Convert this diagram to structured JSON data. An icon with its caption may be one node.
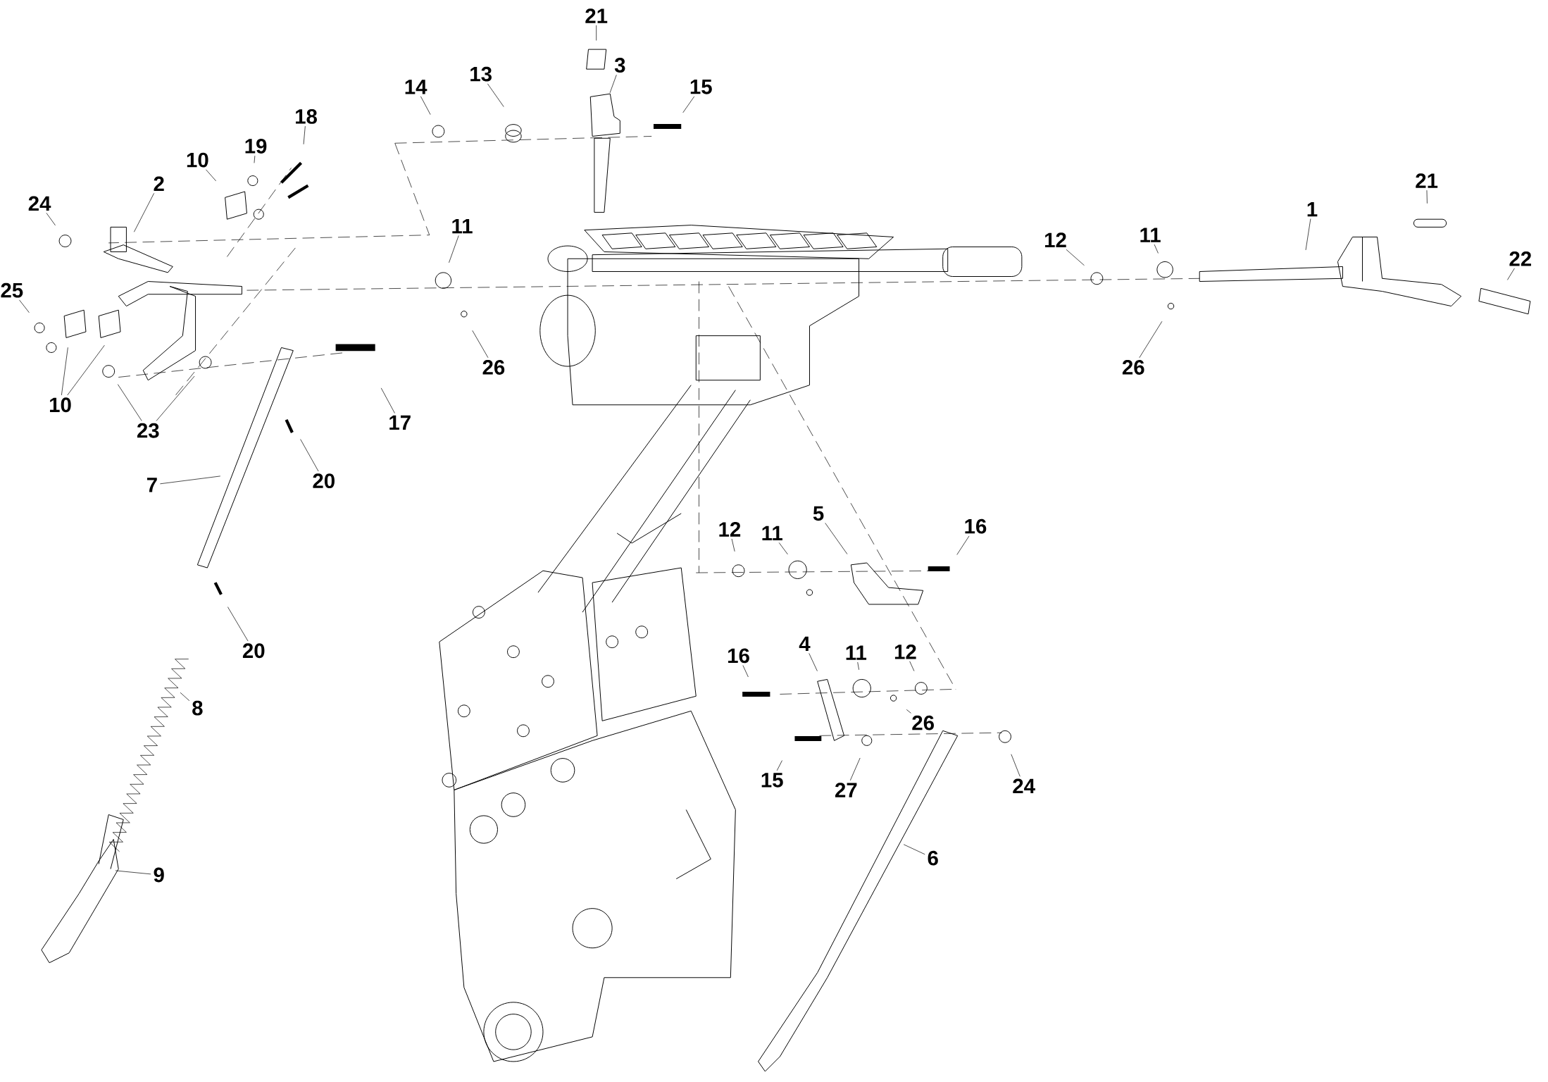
{
  "diagram": {
    "nodes": [
      {
        "text": [
          "21"
        ]
      },
      {
        "text": [
          "3"
        ]
      },
      {
        "text": [
          "13"
        ]
      },
      {
        "text": [
          "14"
        ]
      },
      {
        "text": [
          "15"
        ]
      },
      {
        "text": [
          "18"
        ]
      },
      {
        "text": [
          "19"
        ]
      },
      {
        "text": [
          "10"
        ]
      },
      {
        "text": [
          "2"
        ]
      },
      {
        "text": [
          "21"
        ]
      },
      {
        "text": [
          "24"
        ]
      },
      {
        "text": [
          "1"
        ]
      },
      {
        "text": [
          "11"
        ]
      },
      {
        "text": [
          "12"
        ]
      },
      {
        "text": [
          "11"
        ]
      },
      {
        "text": [
          "22"
        ]
      },
      {
        "text": [
          "25"
        ]
      },
      {
        "text": [
          "26"
        ]
      },
      {
        "text": [
          "26"
        ]
      },
      {
        "text": [
          "10"
        ]
      },
      {
        "text": [
          "17"
        ]
      },
      {
        "text": [
          "23"
        ]
      },
      {
        "text": [
          "20"
        ]
      },
      {
        "text": [
          "7"
        ]
      },
      {
        "text": [
          "5"
        ]
      },
      {
        "text": [
          "16"
        ]
      },
      {
        "text": [
          "12"
        ]
      },
      {
        "text": [
          "11"
        ]
      },
      {
        "text": [
          "20"
        ]
      },
      {
        "text": [
          "4"
        ]
      },
      {
        "text": [
          "11"
        ]
      },
      {
        "text": [
          "12"
        ]
      },
      {
        "text": [
          "16"
        ]
      },
      {
        "text": [
          "8"
        ]
      },
      {
        "text": [
          "26"
        ]
      },
      {
        "text": [
          "15"
        ]
      },
      {
        "text": [
          "27"
        ]
      },
      {
        "text": [
          "24"
        ]
      },
      {
        "text": [
          "6"
        ]
      },
      {
        "text": [
          "9"
        ]
      }
    ],
    "edges": [
      {
        "from": 0,
        "to": null,
        "arrow": "none"
      },
      {
        "from": 1,
        "to": null,
        "arrow": "none"
      },
      {
        "from": 2,
        "to": null,
        "arrow": "none"
      },
      {
        "from": 3,
        "to": null,
        "arrow": "none"
      },
      {
        "from": 4,
        "to": null,
        "arrow": "none"
      },
      {
        "from": 5,
        "to": null,
        "arrow": "none"
      },
      {
        "from": 6,
        "to": null,
        "arrow": "none"
      },
      {
        "from": 7,
        "to": null,
        "arrow": "none"
      },
      {
        "from": 8,
        "to": null,
        "arrow": "none"
      },
      {
        "from": 9,
        "to": null,
        "arrow": "none"
      },
      {
        "from": 10,
        "to": null,
        "arrow": "none"
      },
      {
        "from": 11,
        "to": null,
        "arrow": "none"
      },
      {
        "from": 12,
        "to": null,
        "arrow": "none"
      },
      {
        "from": 13,
        "to": null,
        "arrow": "none"
      },
      {
        "from": 14,
        "to": null,
        "arrow": "none"
      },
      {
        "from": 15,
        "to": null,
        "arrow": "none"
      },
      {
        "from": 16,
        "to": null,
        "arrow": "none"
      },
      {
        "from": 17,
        "to": null,
        "arrow": "none"
      },
      {
        "from": 18,
        "to": null,
        "arrow": "none"
      },
      {
        "from": 19,
        "to": null,
        "arrow": "none"
      },
      {
        "from": 19,
        "to": null,
        "arrow": "none"
      },
      {
        "from": 20,
        "to": null,
        "arrow": "none"
      },
      {
        "from": 21,
        "to": null,
        "arrow": "none"
      },
      {
        "from": 21,
        "to": null,
        "arrow": "none"
      },
      {
        "from": 22,
        "to": null,
        "arrow": "none"
      },
      {
        "from": 23,
        "to": null,
        "arrow": "none"
      },
      {
        "from": 24,
        "to": null,
        "arrow": "none"
      },
      {
        "from": 25,
        "to": null,
        "arrow": "none"
      },
      {
        "from": 26,
        "to": null,
        "arrow": "none"
      },
      {
        "from": 27,
        "to": null,
        "arrow": "none"
      },
      {
        "from": 28,
        "to": null,
        "arrow": "none"
      },
      {
        "from": 29,
        "to": null,
        "arrow": "none"
      },
      {
        "from": 30,
        "to": null,
        "arrow": "none"
      },
      {
        "from": 31,
        "to": null,
        "arrow": "none"
      },
      {
        "from": 32,
        "to": null,
        "arrow": "none"
      },
      {
        "from": 33,
        "to": null,
        "arrow": "none"
      },
      {
        "from": 34,
        "to": null,
        "arrow": "none"
      },
      {
        "from": 35,
        "to": null,
        "arrow": "none"
      },
      {
        "from": 36,
        "to": null,
        "arrow": "none"
      },
      {
        "from": 37,
        "to": null,
        "arrow": "none"
      },
      {
        "from": 38,
        "to": null,
        "arrow": "none"
      },
      {
        "from": 39,
        "to": null,
        "arrow": "none"
      }
    ]
  }
}
